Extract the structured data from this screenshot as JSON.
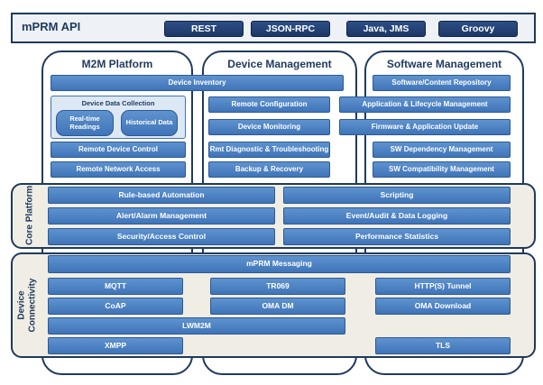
{
  "api": {
    "title": "mPRM API",
    "items": [
      "REST",
      "JSON-RPC",
      "Java, JMS",
      "Groovy"
    ]
  },
  "columns": {
    "m2m": "M2M Platform",
    "device": "Device Management",
    "software": "Software Management"
  },
  "boxes": {
    "device_inventory": "Device Inventory",
    "device_data_collection": "Device Data Collection",
    "realtime_readings": "Real-time Readings",
    "historical_data": "Historical Data",
    "remote_device_control": "Remote Device Control",
    "remote_network_access": "Remote Network Access",
    "remote_configuration": "Remote Configuration",
    "device_monitoring": "Device Monitoring",
    "rmt_diagnostic": "Rmt Diagnostic & Troubleshooting",
    "backup_recovery": "Backup & Recovery",
    "software_content_repository": "Software/Content Repository",
    "application_lifecycle": "Application & Lifecycle Management",
    "firmware_app_update": "Firmware & Application Update",
    "sw_dependency": "SW Dependency Management",
    "sw_compatibility": "SW Compatibility Management"
  },
  "core": {
    "label": "Core Platform",
    "rule_based_automation": "Rule-based Automation",
    "scripting": "Scripting",
    "alert_alarm": "Alert/Alarm Management",
    "event_audit": "Event/Audit & Data Logging",
    "security_access": "Security/Access Control",
    "performance_statistics": "Performance Statistics"
  },
  "connectivity": {
    "label_line1": "Device",
    "label_line2": "Connectivity",
    "messaging": "mPRM Messaging",
    "mqtt": "MQTT",
    "tr069": "TR069",
    "http_tunnel": "HTTP(S) Tunnel",
    "coap": "CoAP",
    "oma_dm": "OMA DM",
    "oma_download": "OMA Download",
    "lwm2m": "LWM2M",
    "xmpp": "XMPP",
    "tls": "TLS"
  }
}
